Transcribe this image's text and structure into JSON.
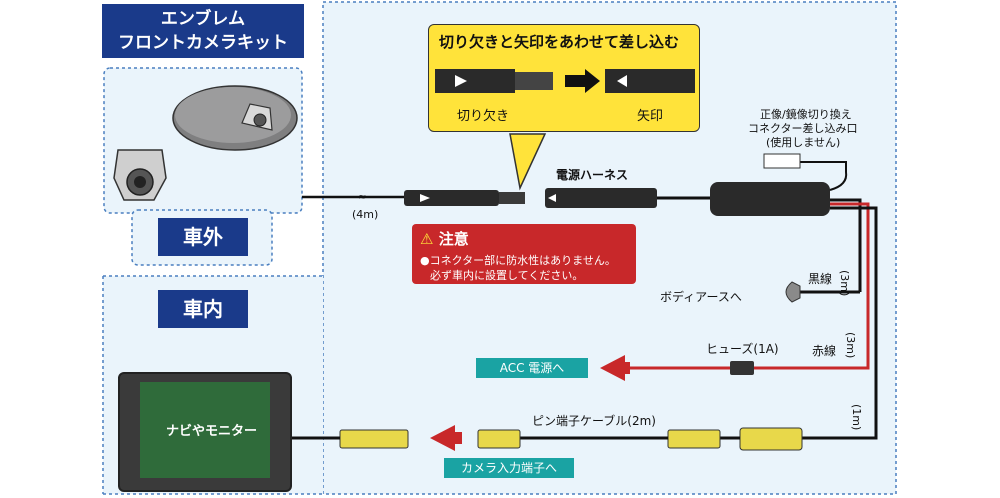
{
  "kit_title_line1": "エンブレム",
  "kit_title_line2": "フロントカメラキット",
  "outside_label": "車外",
  "inside_label": "車内",
  "callout_title": "切り欠きと矢印をあわせて差し込む",
  "notch_label": "切り欠き",
  "arrow_label": "矢印",
  "harness_label": "電源ハーネス",
  "cable_length_4m": "(4m)",
  "caution_title": "注意",
  "caution_line1": "●コネクター部に防水性はありません。",
  "caution_line2": "必ず車内に設置してください。",
  "mirror_label_line1": "正像/鏡像切り換え",
  "mirror_label_line2": "コネクター差し込み口",
  "mirror_label_line3": "(使用しません)",
  "black_wire": "黒線",
  "black_wire_len": "(3m)",
  "body_earth": "ボディアースへ",
  "fuse_label": "ヒューズ(1A)",
  "red_wire": "赤線",
  "red_wire_len": "(3m)",
  "acc_label": "ACC 電源へ",
  "rca_cable": "ピン端子ケーブル(2m)",
  "rca_len": "(1m)",
  "camera_input": "カメラ入力端子へ",
  "monitor_label": "ナビやモニター",
  "colors": {
    "navy": "#1a3a8a",
    "yellow": "#ffe33a",
    "red": "#c8282a",
    "teal": "#1aa3a3",
    "dash": "#4a7fc0"
  }
}
